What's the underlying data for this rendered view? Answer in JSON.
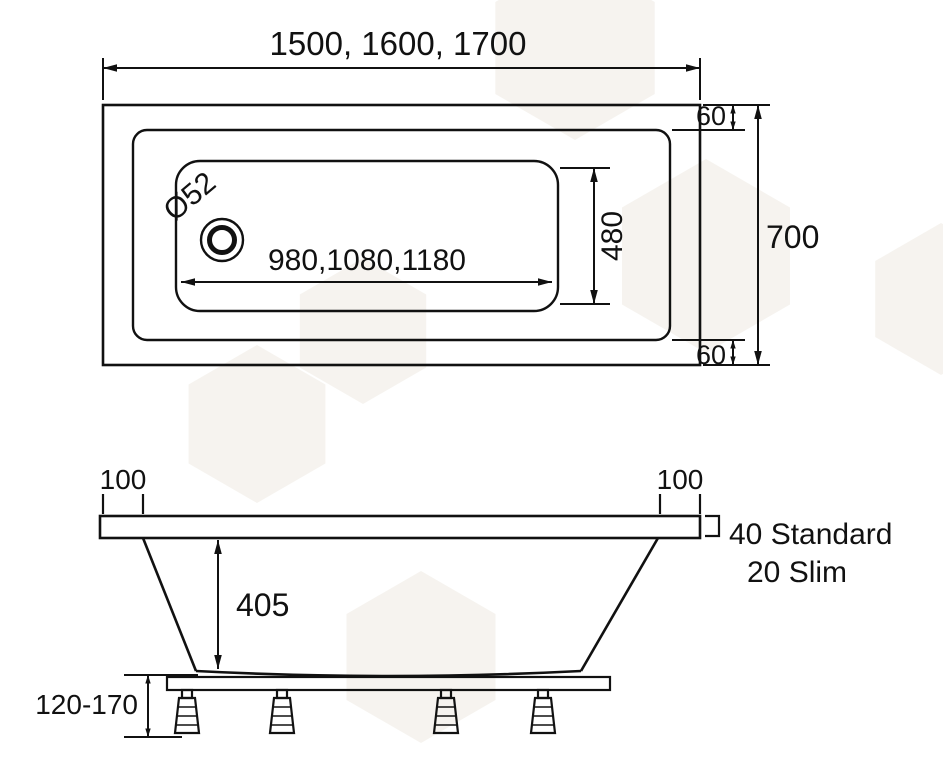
{
  "colors": {
    "line": "#111111",
    "background": "#ffffff",
    "watermark": "#eee9e2"
  },
  "top_view": {
    "length_dim": "1500, 1600, 1700",
    "basin_length_dim": "980,1080,1180",
    "width_dim": "700",
    "basin_width_dim": "480",
    "rim_top_dim": "60",
    "rim_bottom_dim": "60",
    "drain_dim": "Ø52"
  },
  "side_view": {
    "overhang_left_dim": "100",
    "overhang_right_dim": "100",
    "depth_dim": "405",
    "feet_range_dim": "120-170",
    "panel_standard": "40 Standard",
    "panel_slim": "20 Slim"
  }
}
